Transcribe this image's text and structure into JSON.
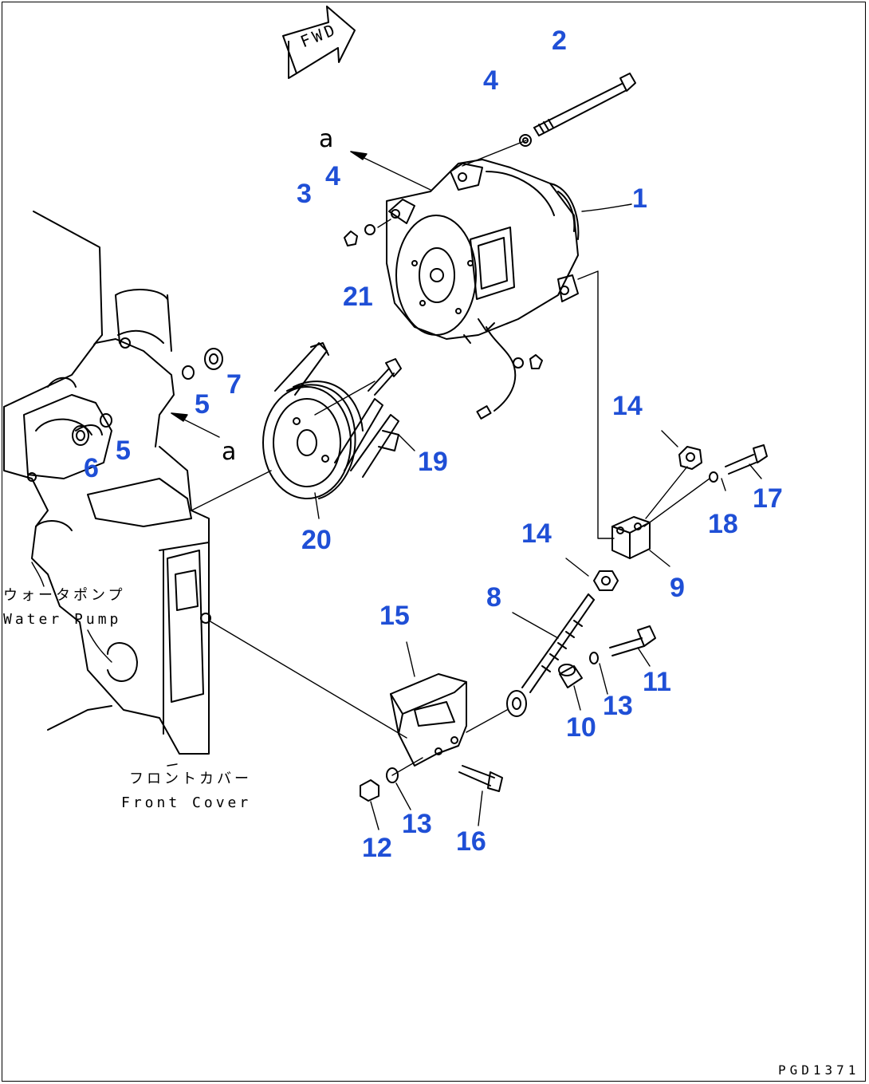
{
  "direction_arrow": {
    "label": "FWD"
  },
  "view_marker": "a",
  "callouts": [
    "1",
    "2",
    "3",
    "4",
    "5",
    "6",
    "7",
    "8",
    "9",
    "10",
    "11",
    "12",
    "13",
    "14",
    "15",
    "16",
    "17",
    "18",
    "19",
    "20",
    "21"
  ],
  "labels": {
    "water_pump_jp": "ウォータポンプ",
    "water_pump_en": "Water Pump",
    "front_cover_jp": "フロントカバー",
    "front_cover_en": "Front Cover"
  },
  "drawing_code": "PGD1371",
  "colors": {
    "callout": "#1f4fd6",
    "line": "#000000",
    "background": "#ffffff"
  }
}
